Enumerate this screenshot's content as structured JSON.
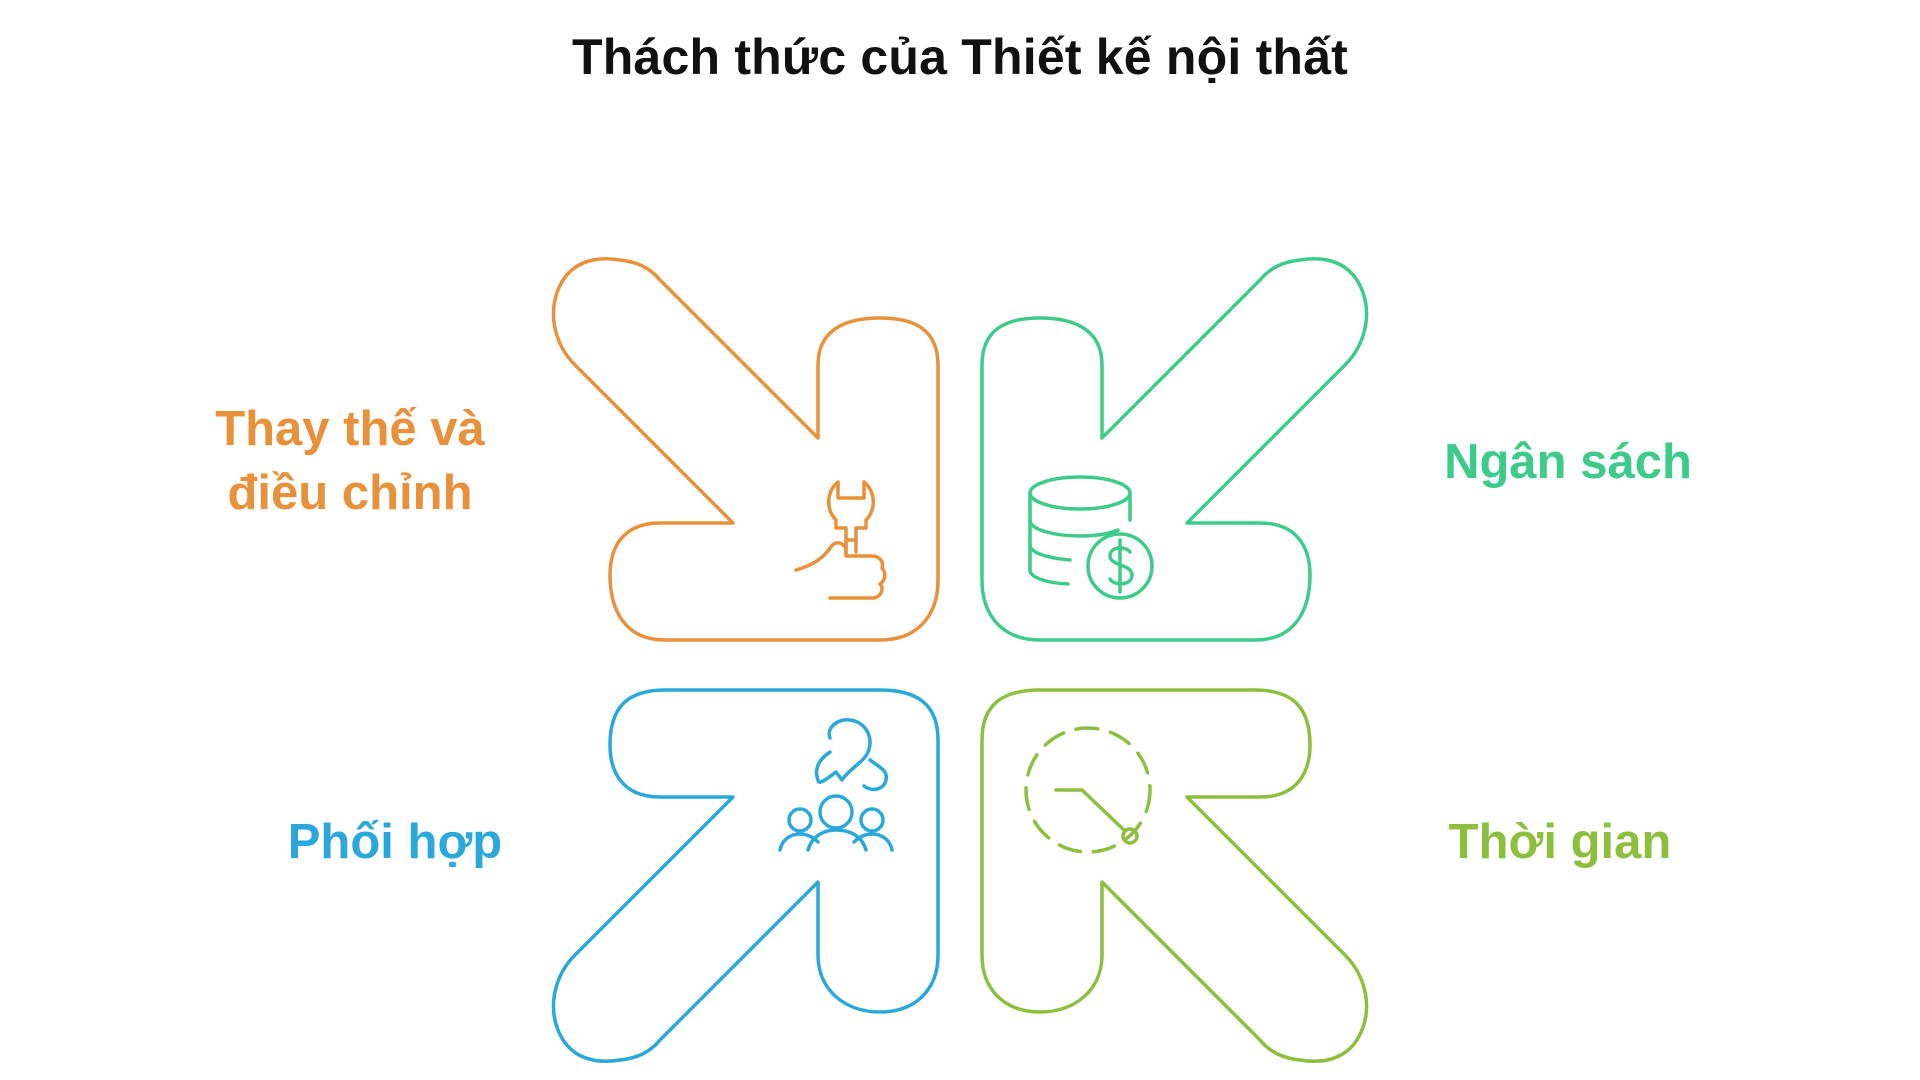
{
  "title": "Thách thức của Thiết kế nội thất",
  "items": [
    {
      "id": "thay-the",
      "label_lines": [
        "Thay thế và",
        "điều chỉnh"
      ],
      "color": "#E8913A",
      "icon": "wrench-thumbs-up-icon",
      "position": "top-left"
    },
    {
      "id": "ngan-sach",
      "label_lines": [
        "Ngân sách"
      ],
      "color": "#3CCB8B",
      "icon": "coins-dollar-icon",
      "position": "top-right"
    },
    {
      "id": "phoi-hop",
      "label_lines": [
        "Phối hợp"
      ],
      "color": "#2AA7DB",
      "icon": "team-collaboration-icon",
      "position": "bottom-left"
    },
    {
      "id": "thoi-gian",
      "label_lines": [
        "Thời gian"
      ],
      "color": "#8DBE3E",
      "icon": "clock-dashed-icon",
      "position": "bottom-right"
    }
  ]
}
